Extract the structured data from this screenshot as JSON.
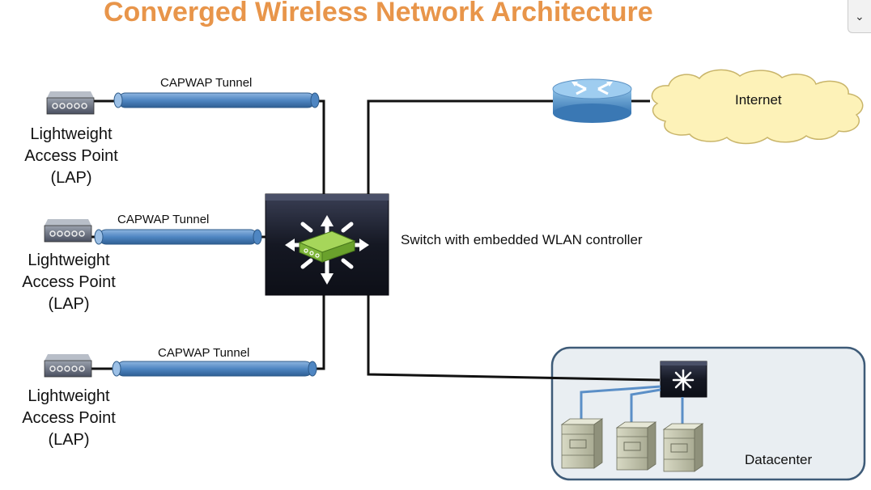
{
  "title": "Converged Wireless Network Architecture",
  "access_points": [
    {
      "label_line1": "Lightweight",
      "label_line2": "Access Point",
      "label_line3": "(LAP)"
    },
    {
      "label_line1": "Lightweight",
      "label_line2": "Access Point",
      "label_line3": "(LAP)"
    },
    {
      "label_line1": "Lightweight",
      "label_line2": "Access Point",
      "label_line3": "(LAP)"
    }
  ],
  "tunnels": [
    {
      "label": "CAPWAP Tunnel"
    },
    {
      "label": "CAPWAP Tunnel"
    },
    {
      "label": "CAPWAP Tunnel"
    }
  ],
  "switch": {
    "label": "Switch with embedded WLAN controller",
    "icon": "switch-icon"
  },
  "router": {
    "icon": "router-icon"
  },
  "internet": {
    "label": "Internet"
  },
  "datacenter": {
    "label": "Datacenter"
  },
  "colors": {
    "title": "#e8954a",
    "tunnel": "#5b8fc7",
    "cloud": "#fdf2b8",
    "datacenter_bg": "#e9eef2",
    "datacenter_border": "#3e5b78",
    "switch_body": "#1c1f2a"
  },
  "ui": {
    "scroll_icon": "chevron-down-icon"
  }
}
